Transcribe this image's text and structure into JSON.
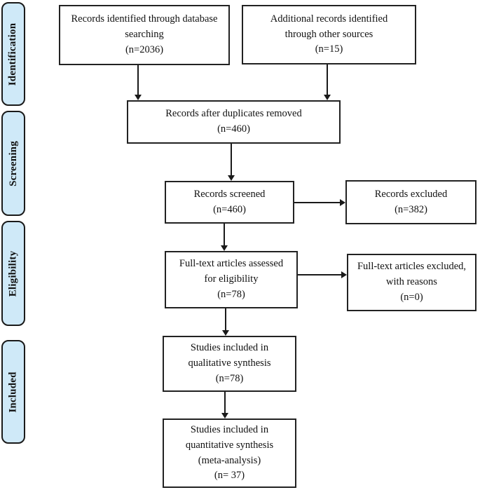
{
  "sidebar": {
    "items": [
      {
        "label": "Identification"
      },
      {
        "label": "Screening"
      },
      {
        "label": "Eligibility"
      },
      {
        "label": "Included"
      }
    ]
  },
  "flow": {
    "boxes": [
      {
        "name": "records-identified-database",
        "text": "Records identified through database\nsearching\n(n=2036)"
      },
      {
        "name": "additional-records-other-sources",
        "text": "Additional records identified\nthrough other sources\n(n=15)"
      },
      {
        "name": "records-after-duplicates-removed",
        "text": "Records after duplicates removed\n(n=460)"
      },
      {
        "name": "records-screened",
        "text": "Records screened\n(n=460)"
      },
      {
        "name": "records-excluded",
        "text": "Records excluded\n(n=382)"
      },
      {
        "name": "fulltext-articles-assessed",
        "text": "Full-text articles assessed\nfor eligibility\n(n=78)"
      },
      {
        "name": "fulltext-articles-excluded",
        "text": "Full-text articles excluded,\nwith reasons\n(n=0)"
      },
      {
        "name": "studies-qualitative-synthesis",
        "text": "Studies included in\nqualitative synthesis\n(n=78)"
      },
      {
        "name": "studies-quantitative-synthesis",
        "text": "Studies included in\nquantitative synthesis\n(meta-analysis)\n(n= 37)"
      }
    ]
  },
  "colors": {
    "stage_fill": "#cfe9f8",
    "box_border": "#222222",
    "arrow": "#1a1a1a",
    "background": "#ffffff"
  }
}
